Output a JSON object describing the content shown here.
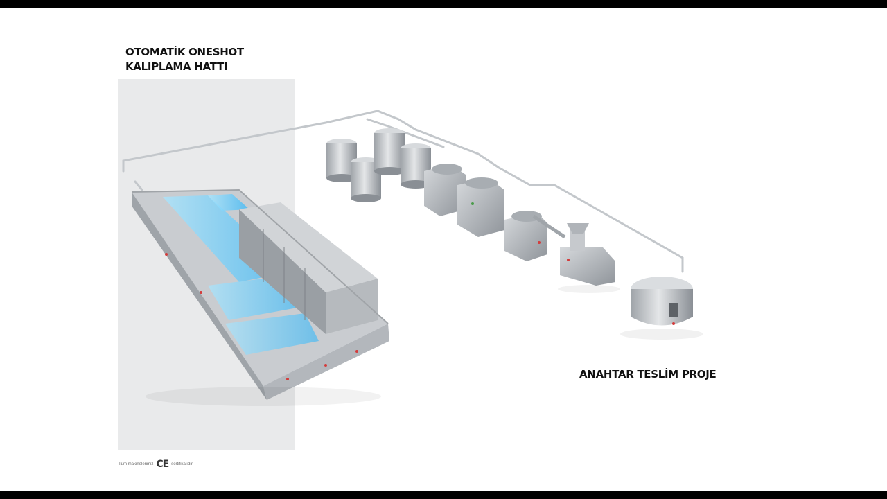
{
  "headline": {
    "line1": "OTOMATİK ONESHOT",
    "line2": "KALIPLAMA HATTI"
  },
  "project_label": "ANAHTAR TESLİM PROJE",
  "footer": {
    "before_mark": "Tüm makinelerimiz",
    "mark": "CE",
    "after_mark": "sertifikalıdır."
  },
  "colors": {
    "panel": "#e9eaeb",
    "steel": "#b8bcc0",
    "steel_dark": "#8e9399",
    "conveyor": "#6fd0ff",
    "text": "#111111"
  }
}
